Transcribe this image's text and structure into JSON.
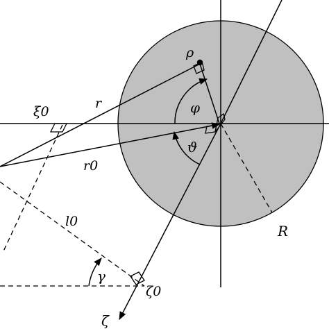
{
  "labels": {
    "rho": "ρ",
    "r": "r",
    "xi0": "ξ0",
    "phi": "φ",
    "theta": "ϑ",
    "r0": "r0",
    "l0": "l0",
    "R": "R",
    "gamma": "γ",
    "zeta0": "ζ0",
    "zeta": "ζ"
  },
  "colors": {
    "disk_fill": "#c0c0c0",
    "stroke": "#000000"
  }
}
